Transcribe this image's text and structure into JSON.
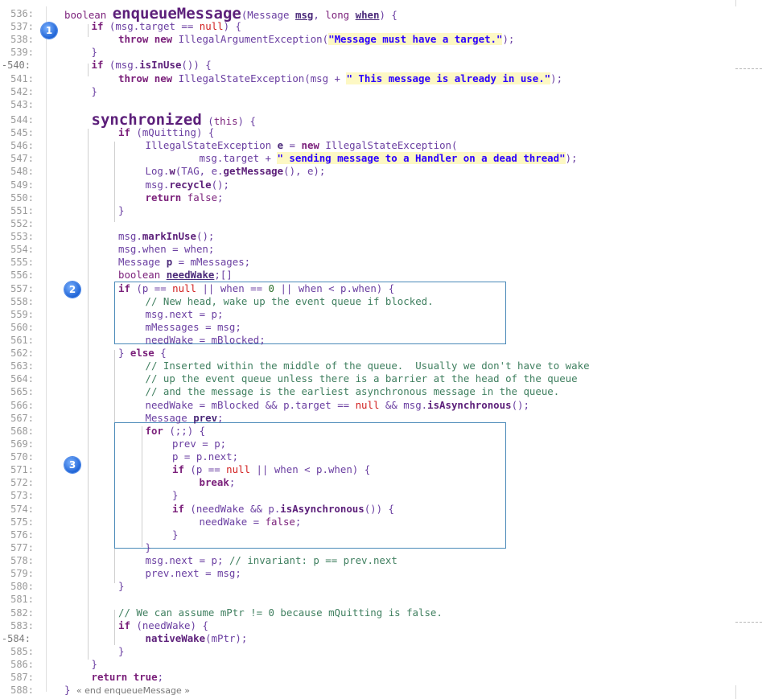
{
  "badges": [
    "1",
    "2",
    "3"
  ],
  "lines": [
    {
      "n": "536:",
      "h": "<span class=\"kwn\">boolean</span> <span class=\"big\">enqueueMessage</span>(Message <span class=\"bold ul\">msg</span>, <span class=\"kwn\">long</span> <span class=\"bold ul\">when</span>) {",
      "i": 0
    },
    {
      "n": "537:",
      "h": "<span class=\"kw\">if</span> (msg.target == <span class=\"red\">null</span>) {",
      "i": 1
    },
    {
      "n": "538:",
      "h": "<span class=\"kw\">throw new</span> IllegalArgumentException(<span class=\"str\">\"Message must have a target.\"</span>);",
      "i": 2
    },
    {
      "n": "539:",
      "h": "}",
      "i": 1
    },
    {
      "n": "540:",
      "h": "<span class=\"kw\">if</span> (msg.<span class=\"mth\">isInUse</span>()) {",
      "i": 1,
      "mark": true
    },
    {
      "n": "541:",
      "h": "<span class=\"kw\">throw new</span> IllegalStateException(msg + <span class=\"str\">\" This message is already in use.\"</span>);",
      "i": 2
    },
    {
      "n": "542:",
      "h": "}",
      "i": 1
    },
    {
      "n": "543:",
      "h": "",
      "i": 0
    },
    {
      "n": "544:",
      "h": "<span class=\"big\">synchronized</span> (<span class=\"kwn\">this</span>) {",
      "i": 1
    },
    {
      "n": "545:",
      "h": "<span class=\"kw\">if</span> (mQuitting) {",
      "i": 2
    },
    {
      "n": "546:",
      "h": "IllegalStateException <span class=\"bold\">e</span> = <span class=\"kw\">new</span> IllegalStateException(",
      "i": 3
    },
    {
      "n": "547:",
      "h": "msg.target + <span class=\"str\">\" sending message to a Handler on a dead thread\"</span>);",
      "i": 5
    },
    {
      "n": "548:",
      "h": "Log.<span class=\"mth\">w</span>(TAG, e.<span class=\"mth\">getMessage</span>(), e);",
      "i": 3
    },
    {
      "n": "549:",
      "h": "msg.<span class=\"mth\">recycle</span>();",
      "i": 3
    },
    {
      "n": "550:",
      "h": "<span class=\"kw\">return</span> <span class=\"kwn\">false</span>;",
      "i": 3
    },
    {
      "n": "551:",
      "h": "}",
      "i": 2
    },
    {
      "n": "552:",
      "h": "",
      "i": 0
    },
    {
      "n": "553:",
      "h": "msg.<span class=\"mth\">markInUse</span>();",
      "i": 2
    },
    {
      "n": "554:",
      "h": "msg.when = when;",
      "i": 2
    },
    {
      "n": "555:",
      "h": "Message <span class=\"bold\">p</span> = mMessages;",
      "i": 2
    },
    {
      "n": "556:",
      "h": "<span class=\"kwn\">boolean</span> <span class=\"bold ul\">needWake</span>;[]",
      "i": 2
    },
    {
      "n": "557:",
      "h": "<span class=\"kw\">if</span> (p == <span class=\"red\">null</span> || when == <span class=\"num\">0</span> || when &lt; p.when) {",
      "i": 2
    },
    {
      "n": "558:",
      "h": "<span class=\"com\">// New head, wake up the event queue if blocked.</span>",
      "i": 3
    },
    {
      "n": "559:",
      "h": "msg.next = p;",
      "i": 3
    },
    {
      "n": "560:",
      "h": "mMessages = msg;",
      "i": 3
    },
    {
      "n": "561:",
      "h": "needWake = mBlocked;",
      "i": 3
    },
    {
      "n": "562:",
      "h": "} <span class=\"kw\">else</span> {",
      "i": 2
    },
    {
      "n": "563:",
      "h": "<span class=\"com\">// Inserted within the middle of the queue.  Usually we don't have to wake</span>",
      "i": 3
    },
    {
      "n": "564:",
      "h": "<span class=\"com\">// up the event queue unless there is a barrier at the head of the queue</span>",
      "i": 3
    },
    {
      "n": "565:",
      "h": "<span class=\"com\">// and the message is the earliest asynchronous message in the queue.</span>",
      "i": 3
    },
    {
      "n": "566:",
      "h": "needWake = mBlocked &amp;&amp; p.target == <span class=\"red\">null</span> &amp;&amp; msg.<span class=\"mth\">isAsynchronous</span>();",
      "i": 3
    },
    {
      "n": "567:",
      "h": "Message <span class=\"bold\">prev</span>;",
      "i": 3
    },
    {
      "n": "568:",
      "h": "<span class=\"kw\">for</span> (;;) {",
      "i": 3
    },
    {
      "n": "569:",
      "h": "prev = p;",
      "i": 4
    },
    {
      "n": "570:",
      "h": "p = p.next;",
      "i": 4
    },
    {
      "n": "571:",
      "h": "<span class=\"kw\">if</span> (p == <span class=\"red\">null</span> || when &lt; p.when) {",
      "i": 4
    },
    {
      "n": "572:",
      "h": "<span class=\"kw\">break</span>;",
      "i": 5
    },
    {
      "n": "573:",
      "h": "}",
      "i": 4
    },
    {
      "n": "574:",
      "h": "<span class=\"kw\">if</span> (needWake &amp;&amp; p.<span class=\"mth\">isAsynchronous</span>()) {",
      "i": 4
    },
    {
      "n": "575:",
      "h": "needWake = <span class=\"kwn\">false</span>;",
      "i": 5
    },
    {
      "n": "576:",
      "h": "}",
      "i": 4
    },
    {
      "n": "577:",
      "h": "}",
      "i": 3
    },
    {
      "n": "578:",
      "h": "msg.next = p; <span class=\"com\">// invariant: p == prev.next</span>",
      "i": 3
    },
    {
      "n": "579:",
      "h": "prev.next = msg;",
      "i": 3
    },
    {
      "n": "580:",
      "h": "}",
      "i": 2
    },
    {
      "n": "581:",
      "h": "",
      "i": 0
    },
    {
      "n": "582:",
      "h": "<span class=\"com\">// We can assume mPtr != 0 because mQuitting is false.</span>",
      "i": 2
    },
    {
      "n": "583:",
      "h": "<span class=\"kw\">if</span> (needWake) {",
      "i": 2
    },
    {
      "n": "584:",
      "h": "<span class=\"mth\">nativeWake</span>(mPtr);",
      "i": 3,
      "mark": true
    },
    {
      "n": "585:",
      "h": "}",
      "i": 2
    },
    {
      "n": "586:",
      "h": "}",
      "i": 1
    },
    {
      "n": "587:",
      "h": "<span class=\"kw\">return</span> <span class=\"kw\">true</span>;",
      "i": 1
    },
    {
      "n": "588:",
      "h": "} <span class=\"gray\">« end enqueueMessage »</span>",
      "i": 0
    }
  ]
}
